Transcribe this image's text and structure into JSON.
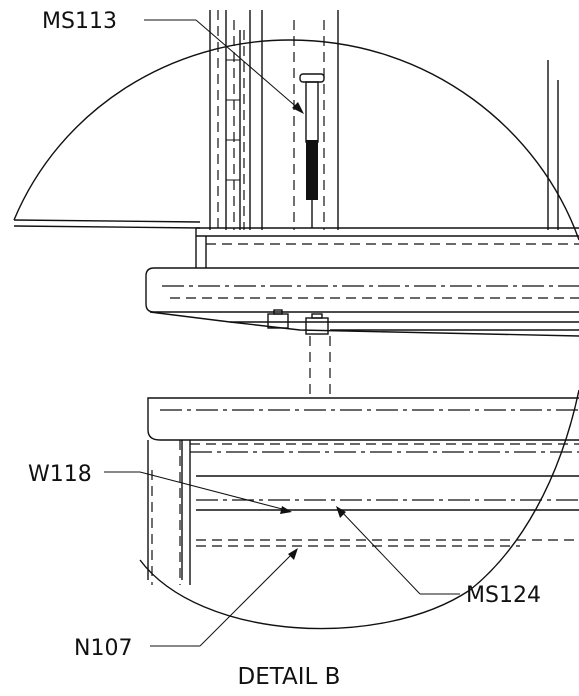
{
  "title": "DETAIL B",
  "callouts": {
    "ms113": "MS113",
    "w118": "W118",
    "ms124": "MS124",
    "n107": "N107"
  },
  "colors": {
    "line": "#111111",
    "background": "#ffffff"
  }
}
